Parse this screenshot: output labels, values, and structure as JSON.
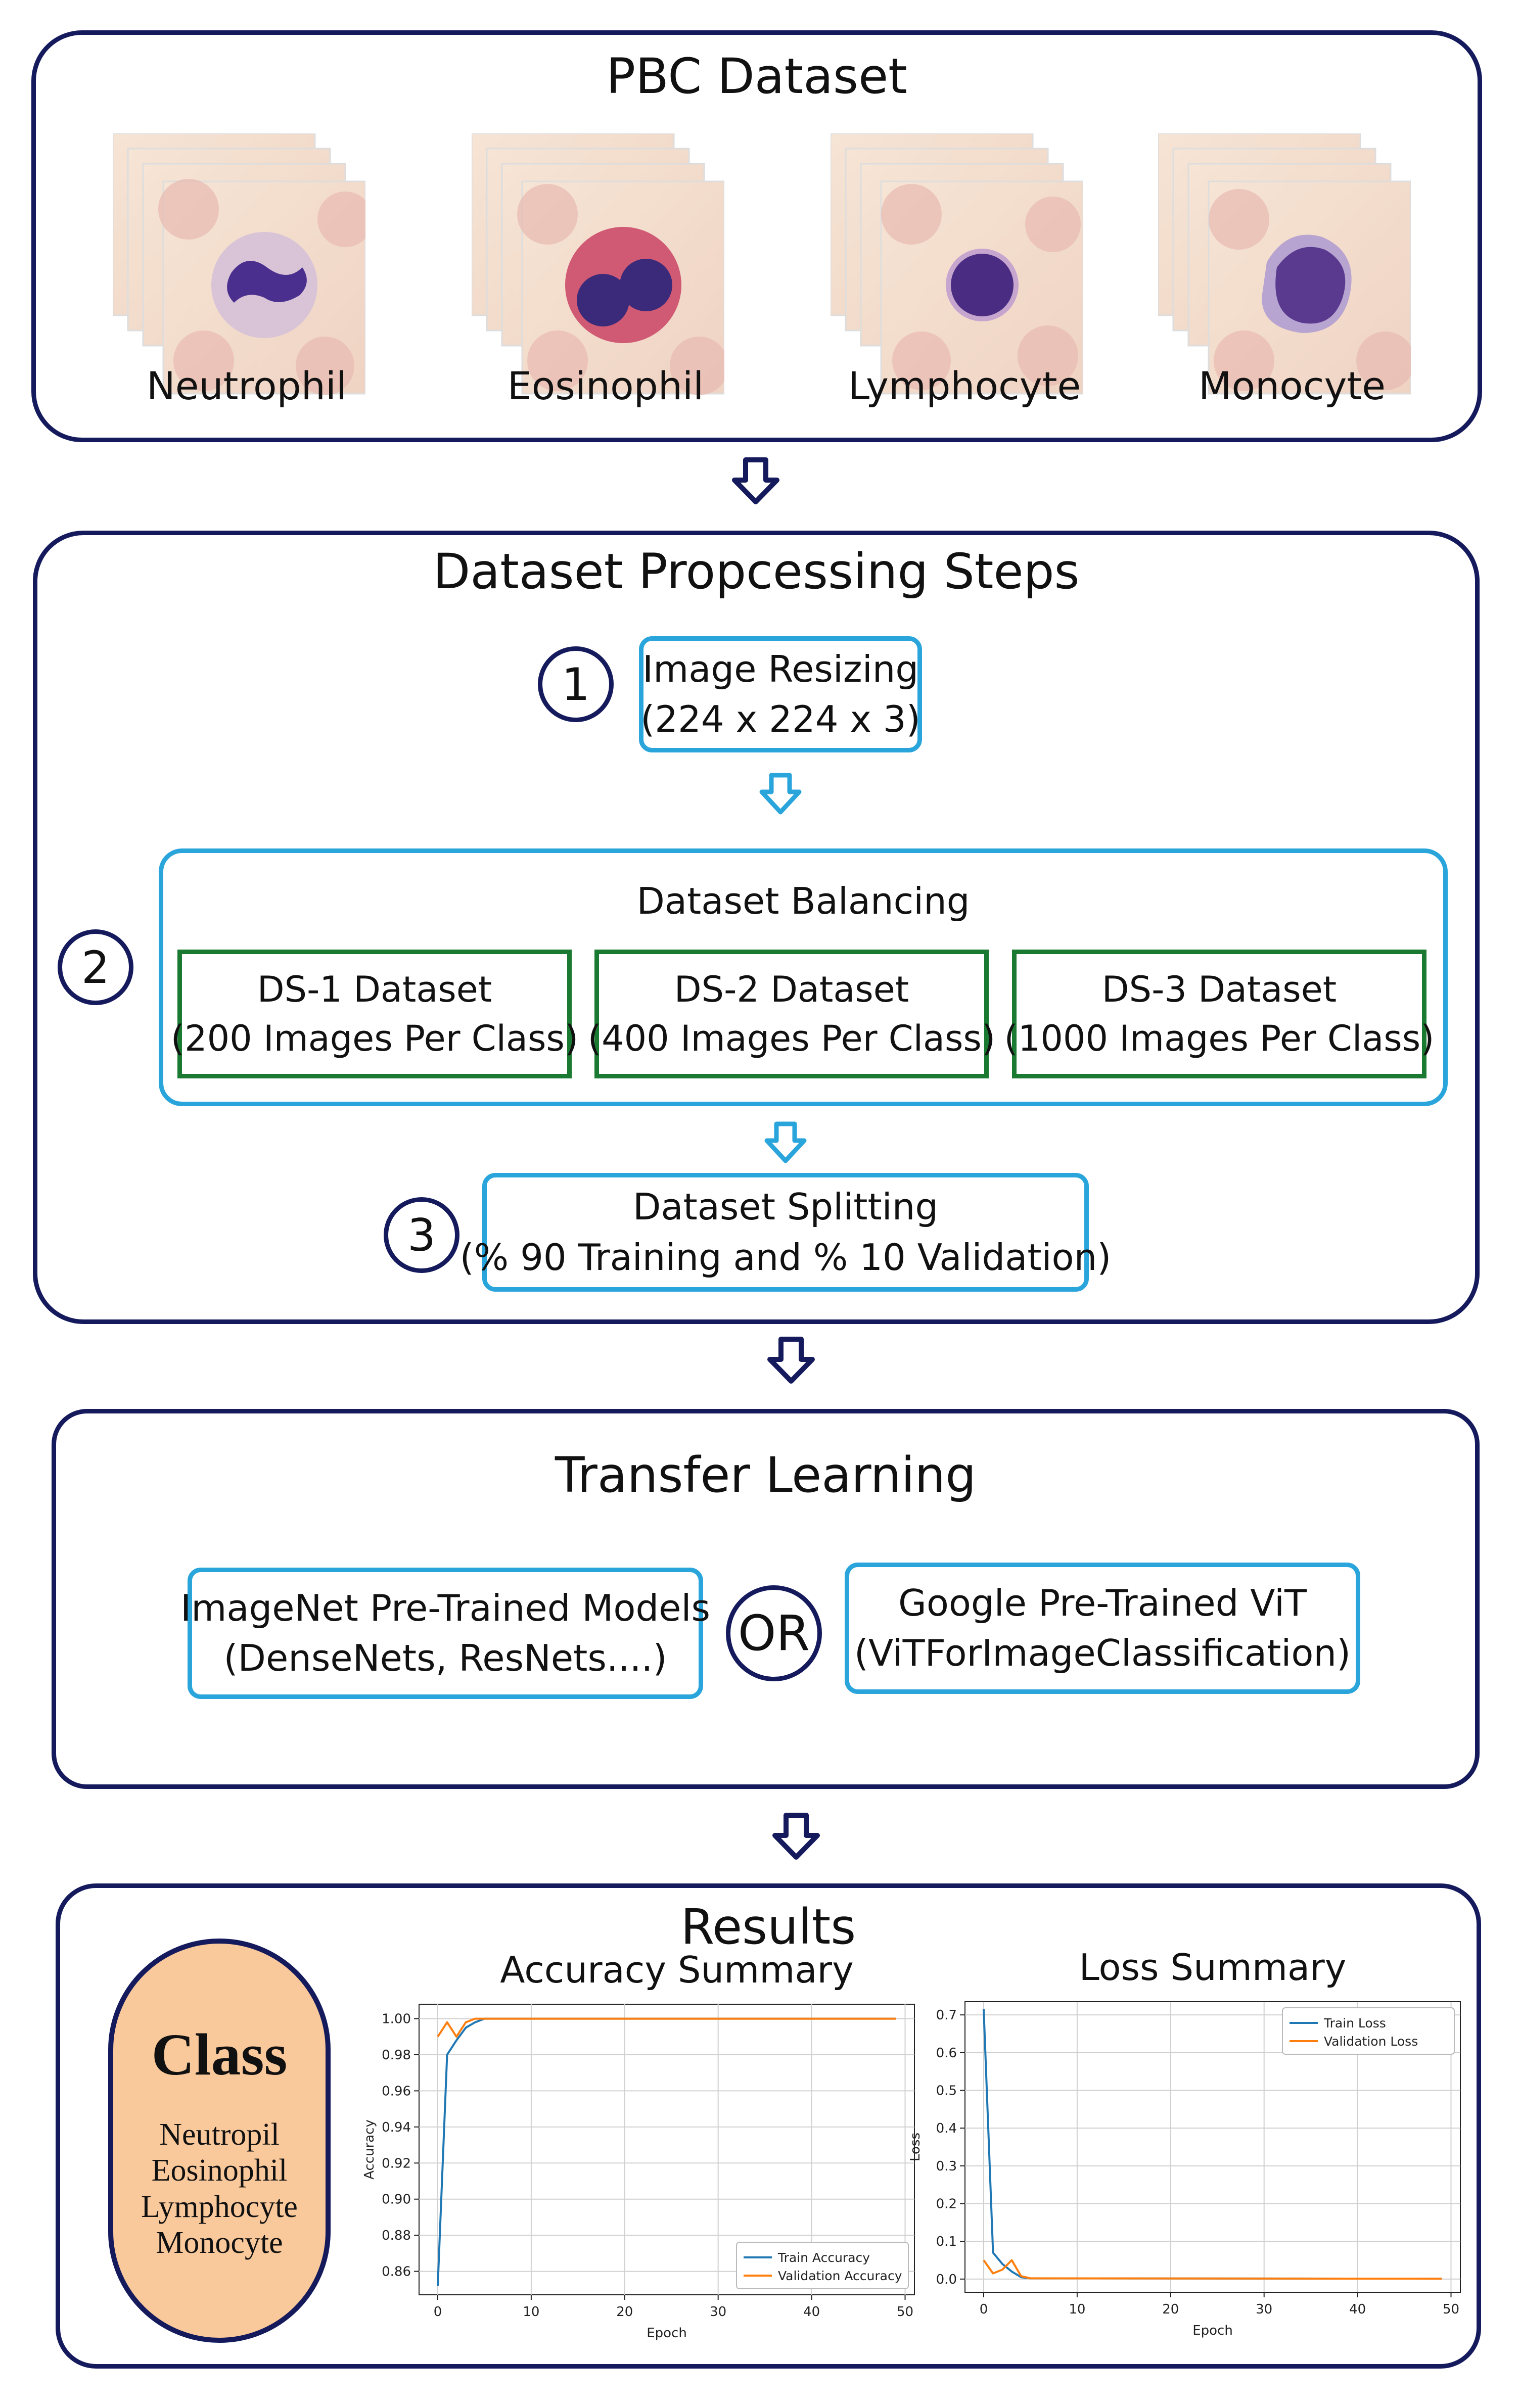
{
  "panels": {
    "pbc": {
      "title": "PBC Dataset",
      "cells": [
        {
          "label": "Neutrophil"
        },
        {
          "label": "Eosinophil"
        },
        {
          "label": "Lymphocyte"
        },
        {
          "label": "Monocyte"
        }
      ]
    },
    "processing": {
      "title": "Dataset Propcessing Steps",
      "step1": {
        "number": "1",
        "line1": "Image Resizing",
        "line2": "(224 x 224 x 3)"
      },
      "step2": {
        "number": "2",
        "title": "Dataset Balancing",
        "datasets": [
          {
            "name": "DS-1 Dataset",
            "detail": "(200 Images Per Class)"
          },
          {
            "name": "DS-2 Dataset",
            "detail": "(400 Images Per Class)"
          },
          {
            "name": "DS-3 Dataset",
            "detail": "(1000 Images Per Class)"
          }
        ]
      },
      "step3": {
        "number": "3",
        "line1": "Dataset Splitting",
        "line2": "(% 90 Training and % 10 Validation)"
      }
    },
    "transfer": {
      "title": "Transfer Learning",
      "left": {
        "line1": "ImageNet Pre-Trained Models",
        "line2": "(DenseNets, ResNets....)"
      },
      "or": "OR",
      "right": {
        "line1": "Google Pre-Trained ViT",
        "line2": "(ViTForImageClassification)"
      }
    },
    "results": {
      "title": "Results",
      "class_box": {
        "title": "Class",
        "items": [
          "Neutropil",
          "Eosinophil",
          "Lymphocyte",
          "Monocyte"
        ],
        "color": "#f9c89b"
      }
    }
  },
  "colors": {
    "navy": "#141a5c",
    "blue": "#2aa5dc",
    "green": "#1b7a31",
    "train": "#1f77b4",
    "validation": "#ff7f0e"
  },
  "chart_data": [
    {
      "type": "line",
      "title": "Accuracy Summary",
      "xlabel": "Epoch",
      "ylabel": "Accuracy",
      "xlim": [
        -2,
        51
      ],
      "ylim": [
        0.847,
        1.008
      ],
      "xticks": [
        0,
        10,
        20,
        30,
        40,
        50
      ],
      "yticks": [
        0.86,
        0.88,
        0.9,
        0.92,
        0.94,
        0.96,
        0.98,
        1.0
      ],
      "ytick_labels": [
        "0.86",
        "0.88",
        "0.90",
        "0.92",
        "0.94",
        "0.96",
        "0.98",
        "1.00"
      ],
      "grid": true,
      "legend": "lower right",
      "series": [
        {
          "name": "Train Accuracy",
          "color": "#1f77b4",
          "x": [
            0,
            1,
            2,
            3,
            4,
            5,
            6,
            49
          ],
          "y": [
            0.852,
            0.98,
            0.988,
            0.995,
            0.998,
            1.0,
            1.0,
            1.0
          ]
        },
        {
          "name": "Validation Accuracy",
          "color": "#ff7f0e",
          "x": [
            0,
            1,
            2,
            3,
            4,
            5,
            6,
            49
          ],
          "y": [
            0.99,
            0.998,
            0.99,
            0.998,
            1.0,
            1.0,
            1.0,
            1.0
          ]
        }
      ]
    },
    {
      "type": "line",
      "title": "Loss Summary",
      "xlabel": "Epoch",
      "ylabel": "Loss",
      "xlim": [
        -2,
        51
      ],
      "ylim": [
        -0.035,
        0.735
      ],
      "xticks": [
        0,
        10,
        20,
        30,
        40,
        50
      ],
      "yticks": [
        0.0,
        0.1,
        0.2,
        0.3,
        0.4,
        0.5,
        0.6,
        0.7
      ],
      "ytick_labels": [
        "0.0",
        "0.1",
        "0.2",
        "0.3",
        "0.4",
        "0.5",
        "0.6",
        "0.7"
      ],
      "grid": true,
      "legend": "upper right",
      "series": [
        {
          "name": "Train Loss",
          "color": "#1f77b4",
          "x": [
            0,
            1,
            2,
            3,
            4,
            5,
            49
          ],
          "y": [
            0.715,
            0.07,
            0.04,
            0.02,
            0.005,
            0.002,
            0.001
          ]
        },
        {
          "name": "Validation Loss",
          "color": "#ff7f0e",
          "x": [
            0,
            1,
            2,
            3,
            4,
            5,
            49
          ],
          "y": [
            0.05,
            0.015,
            0.025,
            0.05,
            0.008,
            0.002,
            0.001
          ]
        }
      ]
    }
  ]
}
